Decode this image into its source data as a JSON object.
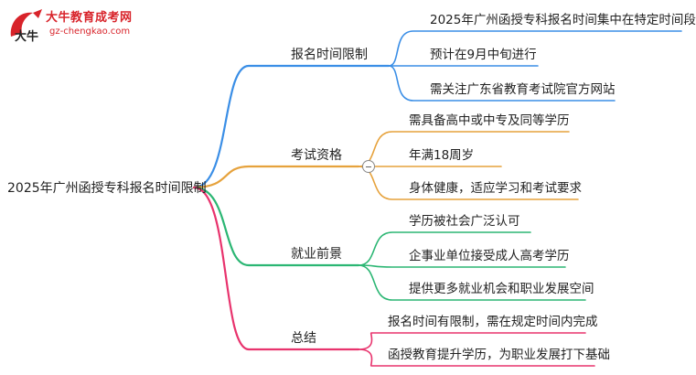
{
  "logo": {
    "title": "大牛教育成考网",
    "url": "gz-chengkao.com",
    "mark_text": "大牛"
  },
  "root": {
    "label": "2025年广州函授专科报名时间限制"
  },
  "colors": {
    "branch_1": "#3a8ee6",
    "branch_2": "#e6a23c",
    "branch_3": "#2bb673",
    "branch_4": "#e8336d",
    "logo_red": "#d8232a"
  },
  "branches": [
    {
      "label": "报名时间限制",
      "children": [
        "2025年广州函授专科报名时间集中在特定时间段",
        "预计在9月中旬进行",
        "需关注广东省教育考试院官方网站"
      ]
    },
    {
      "label": "考试资格",
      "children": [
        "需具备高中或中专及同等学历",
        "年满18周岁",
        "身体健康，适应学习和考试要求"
      ]
    },
    {
      "label": "就业前景",
      "children": [
        "学历被社会广泛认可",
        "企事业单位接受成人高考学历",
        "提供更多就业机会和职业发展空间"
      ]
    },
    {
      "label": "总结",
      "children": [
        "报名时间有限制，需在规定时间内完成",
        "函授教育提升学历，为职业发展打下基础"
      ]
    }
  ]
}
